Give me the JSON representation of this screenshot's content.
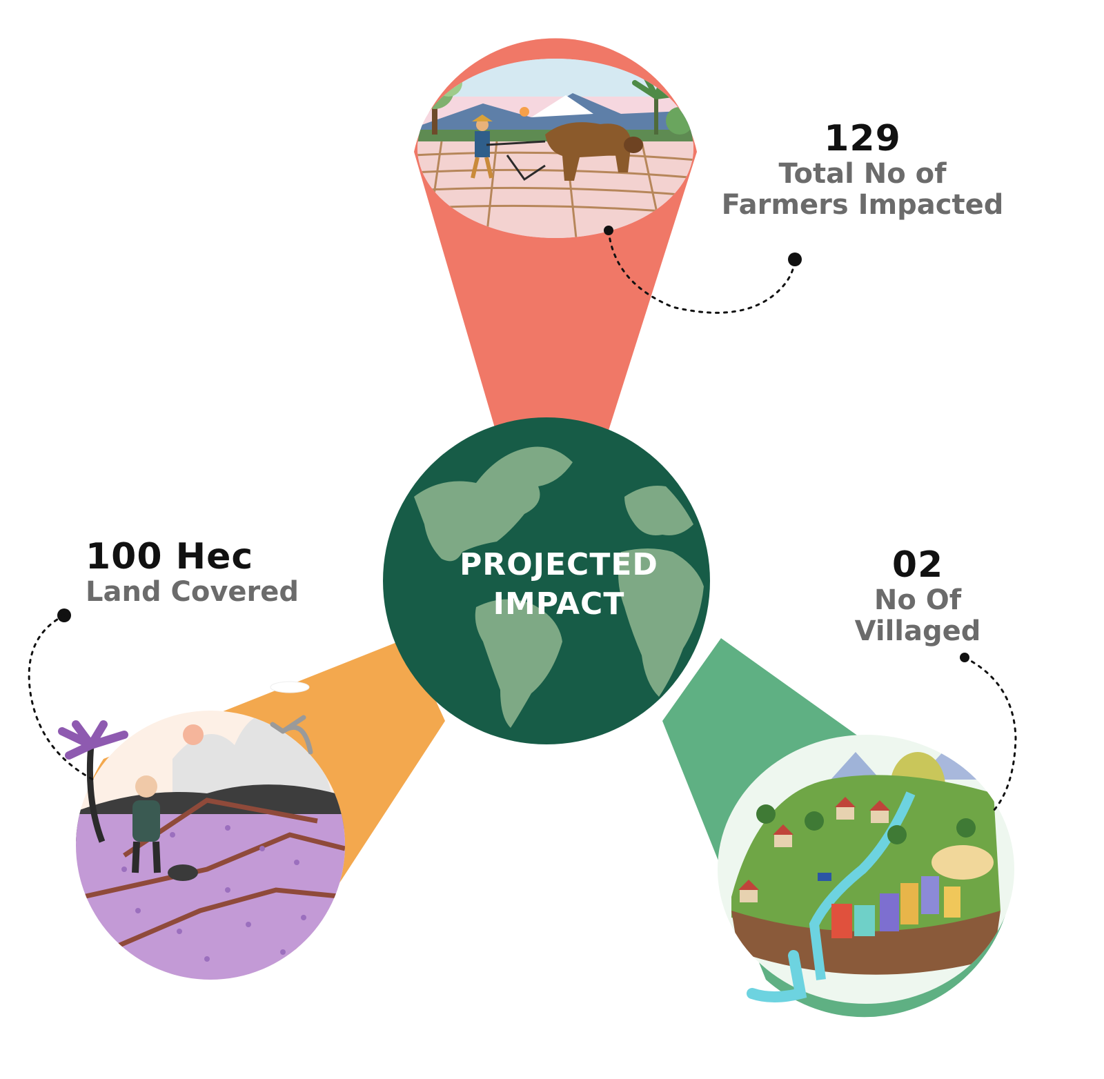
{
  "center": {
    "line1": "PROJECTED",
    "line2": "IMPACT"
  },
  "stats": {
    "farmers": {
      "value": "129",
      "label_line1": "Total No of",
      "label_line2": "Farmers Impacted"
    },
    "land": {
      "value": "100 Hec",
      "label": "Land Covered"
    },
    "villages": {
      "value": "02",
      "label_line1": "No Of",
      "label_line2": "Villaged"
    }
  },
  "colors": {
    "farmers_beam": "#f07867",
    "land_beam": "#f3a84e",
    "villages_beam": "#5fb083",
    "globe_ocean": "#175c47",
    "globe_land": "#7ea985",
    "dots": "#111111",
    "label_gray": "#6b6b6b"
  }
}
